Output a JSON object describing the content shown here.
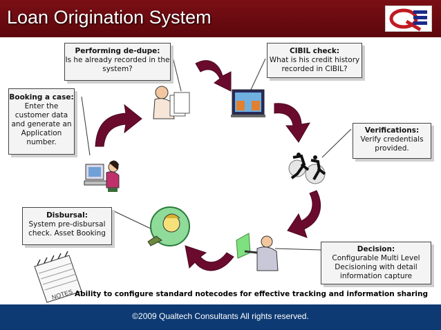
{
  "header": {
    "title": "Loan Origination System"
  },
  "steps": {
    "booking": {
      "title": "Booking a case:",
      "desc": "Enter the customer data and generate an Application number."
    },
    "dedupe": {
      "title": "Performing de-dupe:",
      "desc": "Is he already recorded in the system?"
    },
    "cibil": {
      "title": "CIBIL check:",
      "desc": "What is his credit history recorded in CIBIL?"
    },
    "verifications": {
      "title": "Verifications:",
      "desc": "Verify credentials provided."
    },
    "decision": {
      "title": "Decision:",
      "desc": "Configurable Multi Level Decisioning with detail information capture"
    },
    "disbursal": {
      "title": "Disbursal:",
      "desc": "System pre-disbursal check. Asset Booking"
    }
  },
  "notes_label": "NOTES",
  "bottom_note": "Ability to configure standard notecodes for effective tracking and information sharing",
  "footer": {
    "copyright": "©2009 Qualtech Consultants All rights reserved."
  },
  "colors": {
    "title_bar": "#6b0a10",
    "footer_bar": "#0e3a73",
    "arrow": "#6a0b2e"
  }
}
